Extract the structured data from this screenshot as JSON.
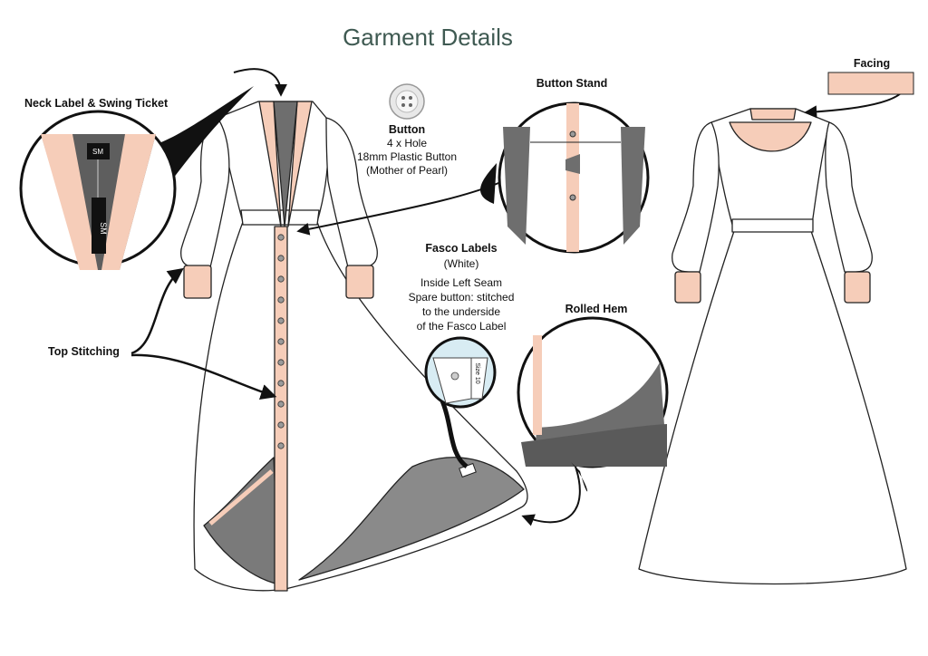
{
  "title": "Garment Details",
  "labels": {
    "neck_label": "Neck Label & Swing Ticket",
    "button_title": "Button",
    "button_lines": [
      "4 x Hole",
      "18mm Plastic Button",
      "(Mother of Pearl)"
    ],
    "button_stand": "Button Stand",
    "facing": "Facing",
    "fasco_title": "Fasco Labels",
    "fasco_lines": [
      "(White)",
      "Inside Left Seam",
      "Spare button: stitched",
      "to the underside",
      "of the Fasco Label"
    ],
    "rolled_hem": "Rolled Hem",
    "top_stitching": "Top Stitching"
  },
  "tag_texts": {
    "neck_brand": "SM",
    "swing_ticket": "SM",
    "size": "Size 10"
  },
  "colors": {
    "facing": "#f6cdb9",
    "lining": "#8a8a8a",
    "dark": "#6e6e6e",
    "title": "#3f5a52"
  }
}
